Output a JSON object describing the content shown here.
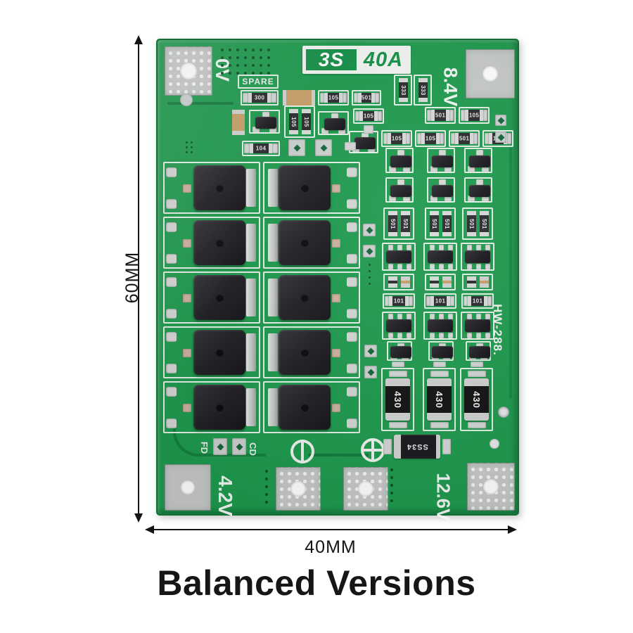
{
  "caption": "Balanced Versions",
  "dimensions": {
    "height_label": "60MM",
    "width_label": "40MM"
  },
  "board": {
    "model_badge": {
      "cells": "3S",
      "current": "40A"
    },
    "corner_labels": {
      "top_left": "0V",
      "top_right": "8.4V",
      "bottom_left": "4.2V",
      "bottom_right": "12.6V"
    },
    "silkscreen": {
      "spare": "SPARE",
      "fd": "FD",
      "cd": "CD",
      "model": "HW-288."
    },
    "markings": {
      "r300": "300",
      "r105": "105",
      "r501": "501",
      "r104": "104",
      "r101": "101",
      "r333": "333",
      "r430": "430",
      "diode": "SS34"
    },
    "colors": {
      "pcb_green": "#1f9b4f",
      "silkscreen": "#edf3ee",
      "pad_silver": "#c7cac8",
      "component_black": "#232227",
      "badge_green": "#17914a",
      "badge_text_green": "#169148"
    }
  }
}
